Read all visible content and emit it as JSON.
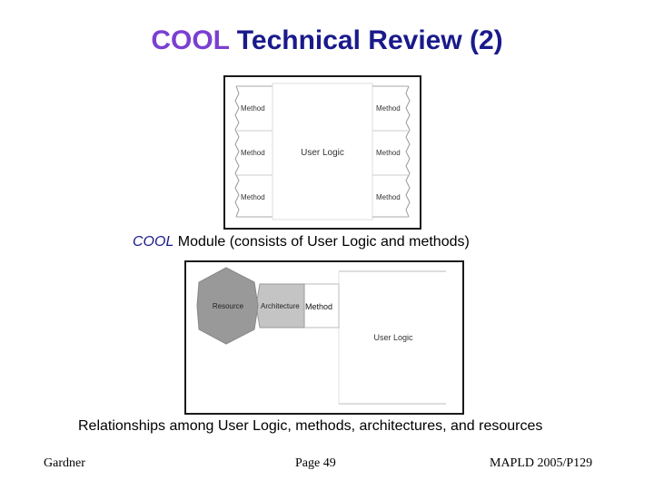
{
  "title": {
    "part1": "COOL",
    "part2": " Technical Review (2)"
  },
  "figure1": {
    "method_labels": [
      "Method",
      "Method",
      "Method",
      "Method",
      "Method",
      "Method"
    ],
    "center_label": "User Logic"
  },
  "caption1": {
    "italic": "COOL",
    "rest": " Module (consists of User Logic and methods)"
  },
  "figure2": {
    "resource_label": "Resource",
    "architecture_label": "Architecture",
    "method_label": "Method",
    "user_logic_label": "User Logic"
  },
  "caption2": "Relationships among User Logic, methods, architectures, and resources",
  "footer": {
    "left": "Gardner",
    "center": "Page 49",
    "right": "MAPLD 2005/P129"
  },
  "colors": {
    "title_accent": "#7b3fd0",
    "title_main": "#1a1a8c",
    "hex_fill": "#999999",
    "arch_fill": "#c4c4c4"
  }
}
